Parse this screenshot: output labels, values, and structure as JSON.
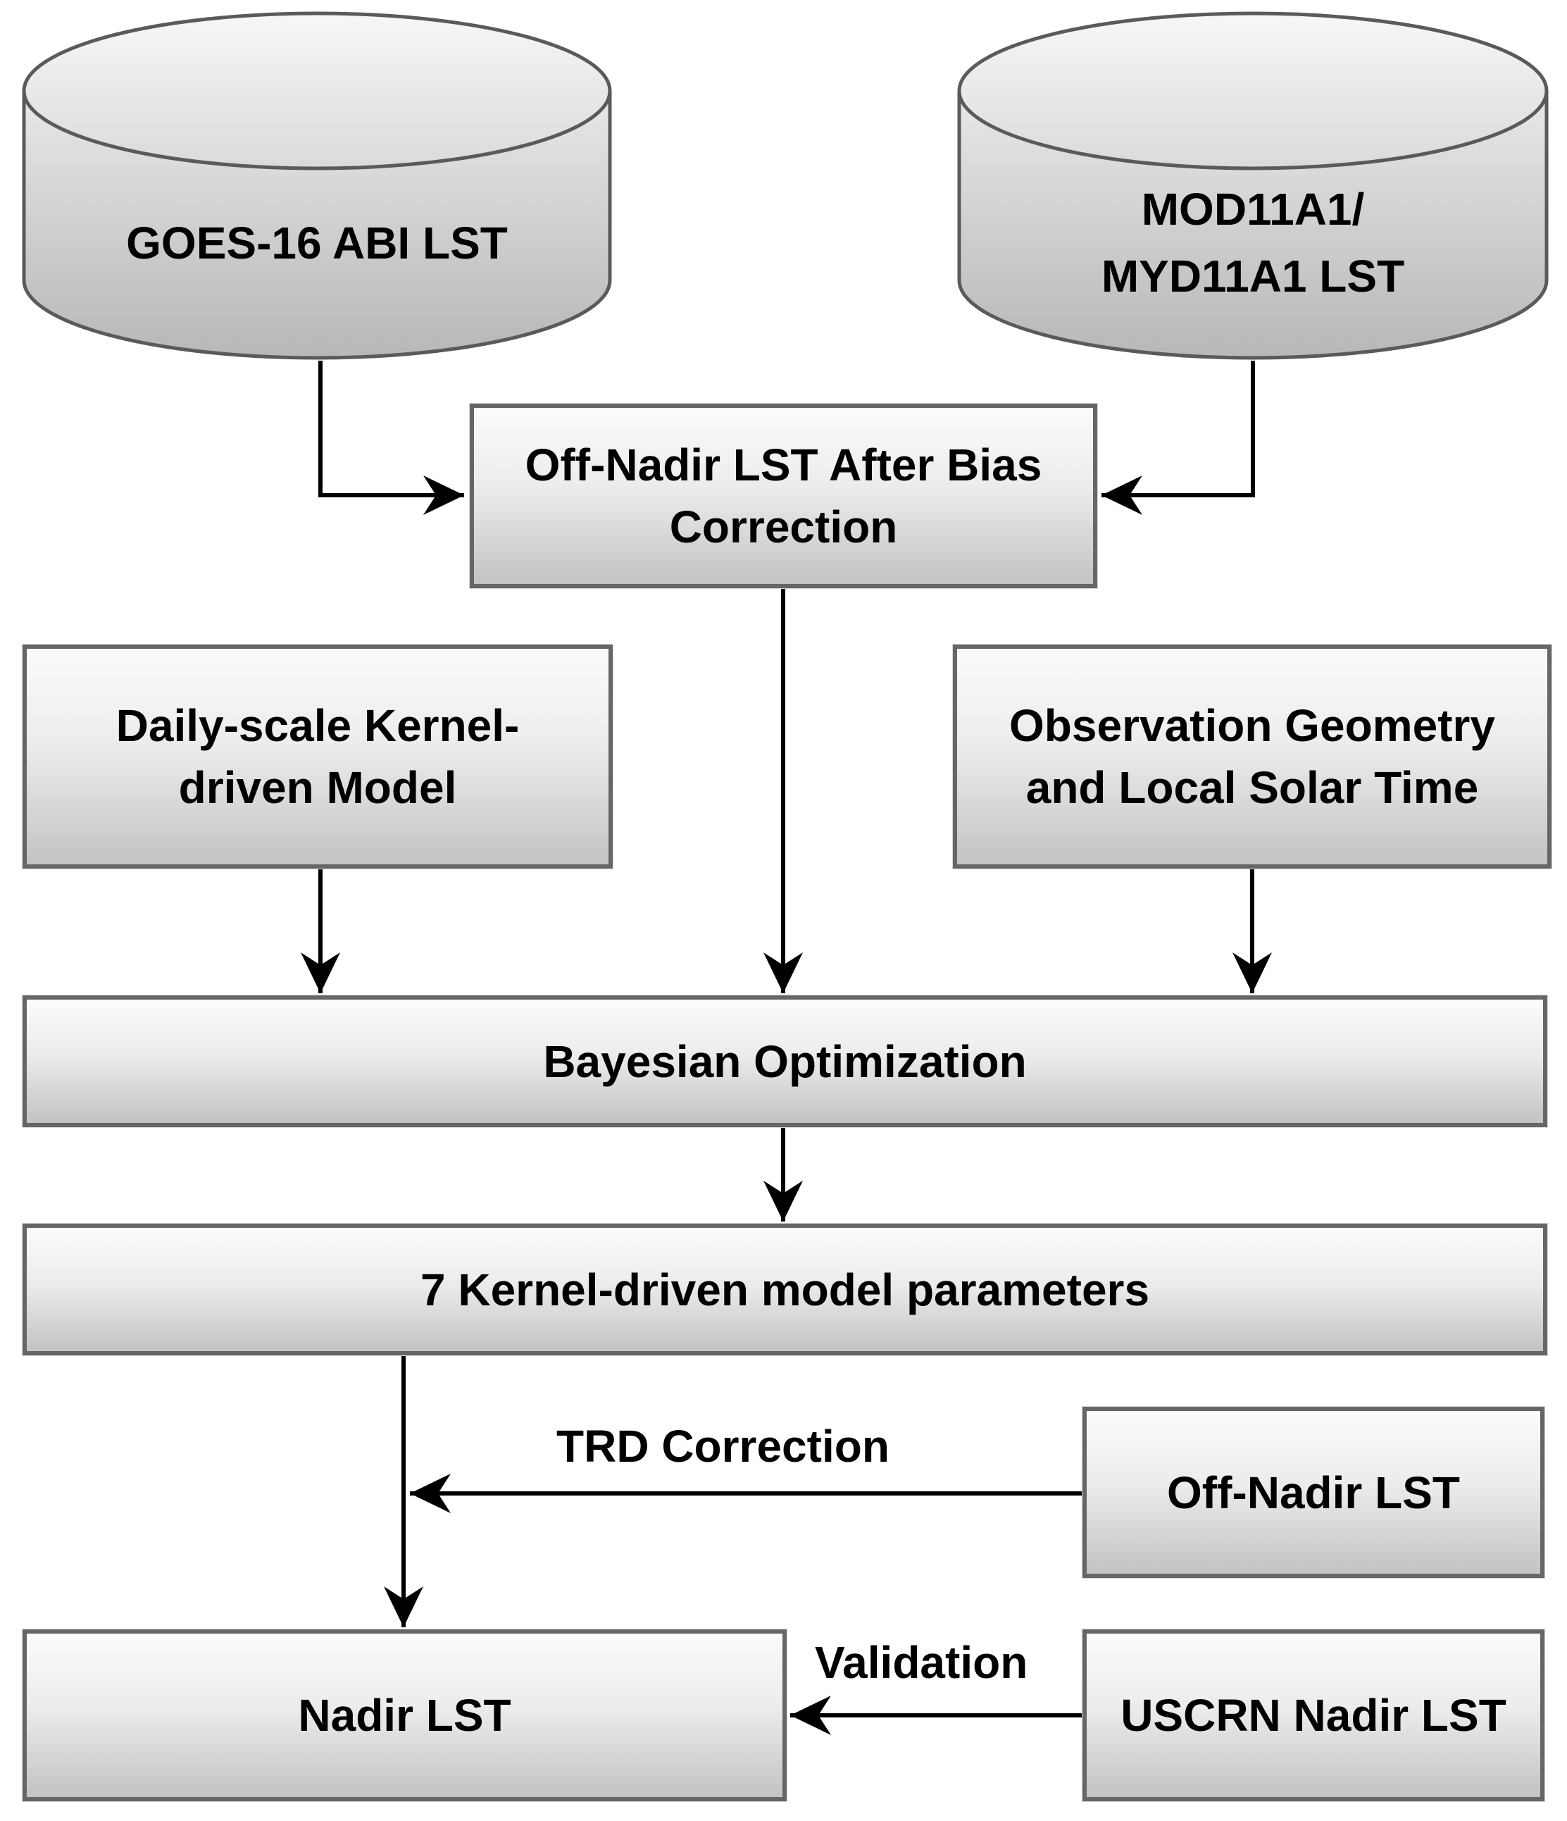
{
  "nodes": {
    "goes": {
      "label": "GOES-16 ABI LST"
    },
    "modis": {
      "label": "MOD11A1/\nMYD11A1 LST"
    },
    "bias": {
      "label": "Off-Nadir LST After Bias\nCorrection"
    },
    "kernel_model": {
      "label": "Daily-scale Kernel-\ndriven Model"
    },
    "obs_geometry": {
      "label": "Observation Geometry\nand Local Solar Time"
    },
    "bayesian": {
      "label": "Bayesian Optimization"
    },
    "params": {
      "label": "7 Kernel-driven model parameters"
    },
    "off_nadir": {
      "label": "Off-Nadir LST"
    },
    "nadir": {
      "label": "Nadir LST"
    },
    "uscrn": {
      "label": "USCRN Nadir LST"
    }
  },
  "edges": {
    "trd_label": "TRD Correction",
    "validation_label": "Validation"
  },
  "colors": {
    "node_fill_top": "#fbfbfb",
    "node_fill_bottom": "#c3c3c3",
    "node_border": "#666666",
    "cylinder_border": "#5a5a5a",
    "arrow": "#000000",
    "text": "#000000",
    "background": "#ffffff"
  }
}
